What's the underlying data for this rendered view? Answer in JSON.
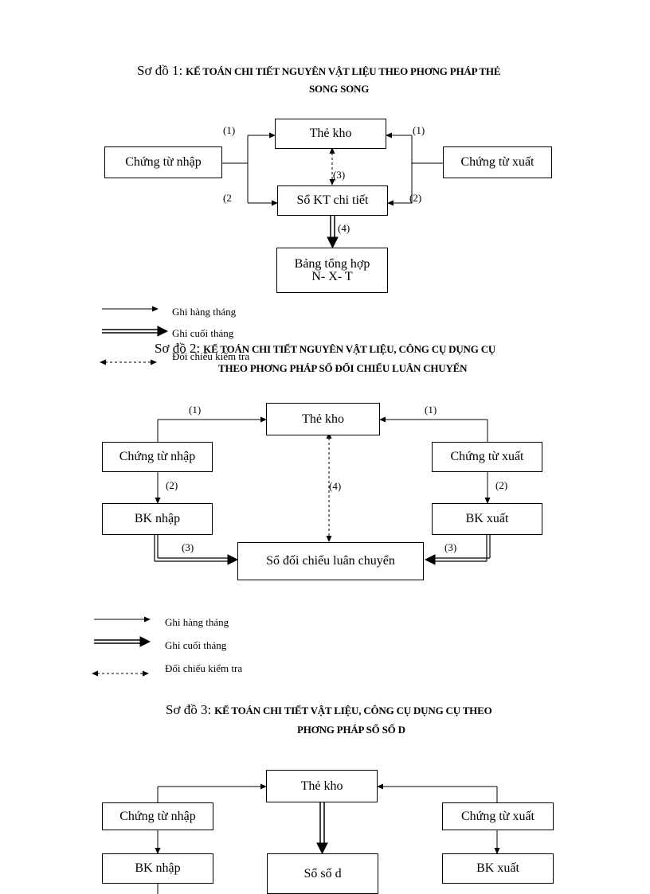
{
  "diagram1": {
    "title_prefix": "Sơ đồ 1:",
    "title_caps": "KẾ TOÁN CHI TIẾT NGUYÊN VẬT LIỆU THEO PHƠNG    PHÁP  THẺ",
    "title_line2": "SONG SONG",
    "boxes": {
      "the_kho": "Thẻ kho",
      "chung_tu_nhap": "Chứng từ nhập",
      "chung_tu_xuat": "Chứng từ xuất",
      "so_kt_chi_tiet": "Sổ KT chi tiết",
      "bang_tong_hop_1": "Bảng tổng hợp",
      "bang_tong_hop_2": "N- X- T"
    },
    "labels": {
      "l1_left": "(1)",
      "l1_right": "(1)",
      "l2_left": "(2",
      "l2_right": "(2)",
      "l3": "(3)",
      "l4": "(4)"
    },
    "legend": {
      "monthly": "Ghi hàng tháng",
      "end_month": "Ghi cuối tháng",
      "check": "Đối chiếu kiểm tra"
    }
  },
  "diagram2": {
    "title_prefix": "Sơ đồ 2:",
    "title_caps": "KẾ TOÁN CHI TIẾT NGUYÊN VẬT LIỆU, CÔNG CỤ DỤNG CỤ",
    "title_line2": "THEO PHƠNG    PHÁP SỔ ĐỐI CHIẾU LUÂN CHUYỂN",
    "boxes": {
      "the_kho": "Thẻ kho",
      "chung_tu_nhap": "Chứng từ nhập",
      "chung_tu_xuat": "Chứng từ xuất",
      "bk_nhap": "BK nhập",
      "bk_xuat": "BK xuất",
      "so_doi_chieu": "Sổ đối chiếu  luân chuyển"
    },
    "labels": {
      "l1_left": "(1)",
      "l1_right": "(1)",
      "l2_left": "(2)",
      "l2_right": "(2)",
      "l3_left": "(3)",
      "l3_right": "(3)",
      "l4": "(4)"
    },
    "legend": {
      "monthly": "Ghi hàng tháng",
      "end_month": "Ghi cuối tháng",
      "check": "Đối chiếu kiểm tra"
    }
  },
  "diagram3": {
    "title_prefix": "Sơ đồ 3:",
    "title_caps": "KẾ TOÁN CHI TIẾT VẬT LIỆU, CÔNG CỤ DỤNG CỤ THEO",
    "title_line2": "PHƠNG    PHÁP SỔ SỐ D",
    "boxes": {
      "the_kho": "Thẻ kho",
      "chung_tu_nhap": "Chứng từ nhập",
      "chung_tu_xuat": "Chứng từ xuất",
      "bk_nhap": "BK nhập",
      "so_so_d": "Sổ số d",
      "bk_xuat": "BK xuất"
    }
  }
}
